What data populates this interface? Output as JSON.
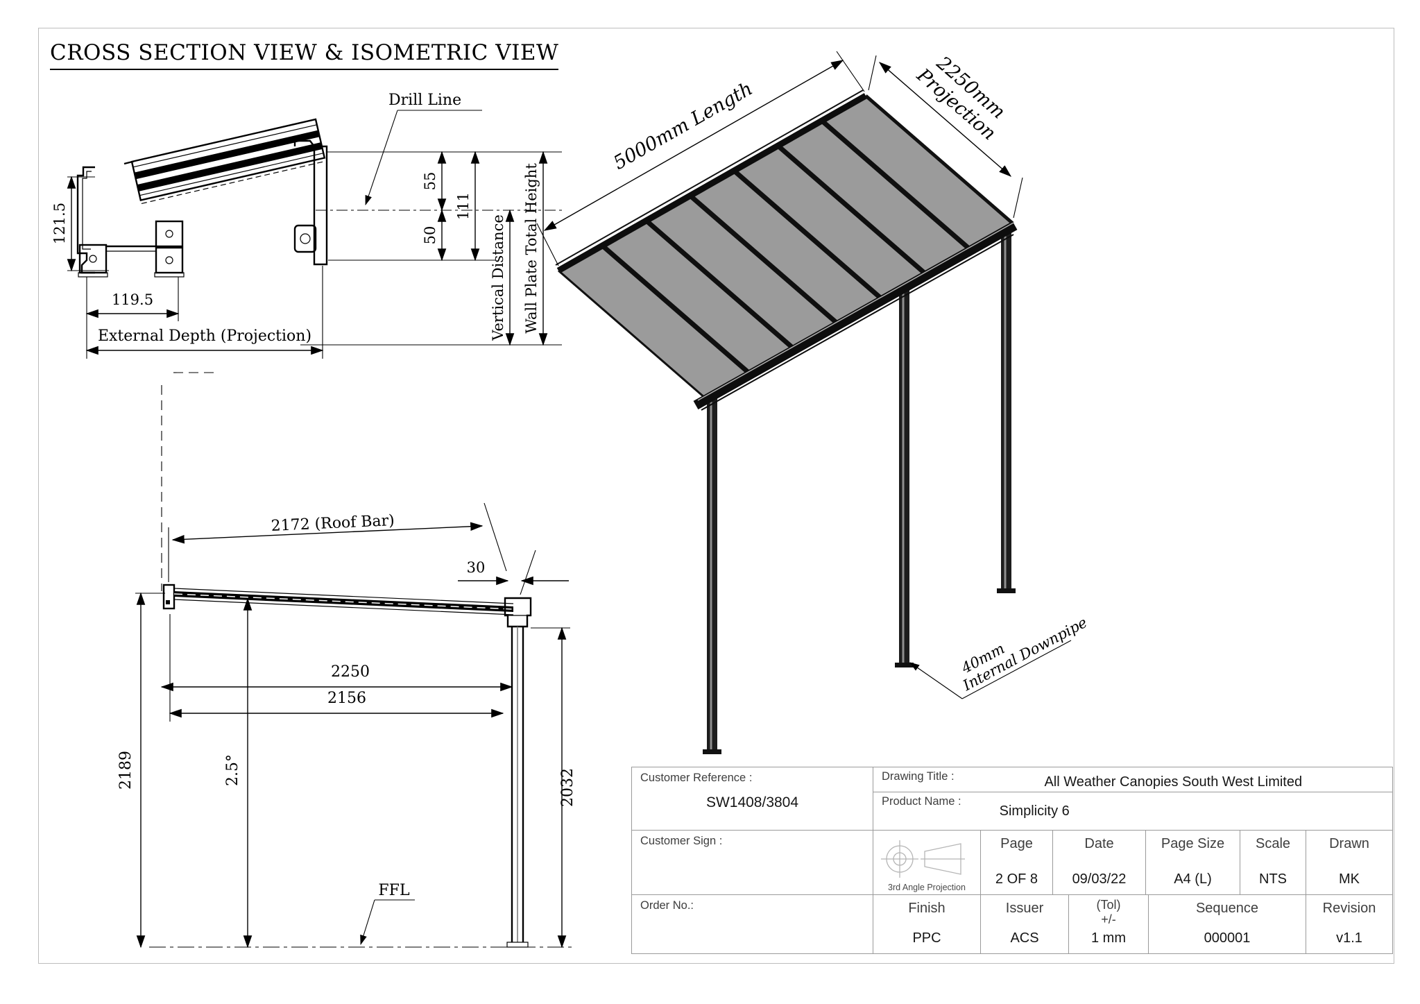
{
  "title": "CROSS SECTION VIEW & ISOMETRIC VIEW",
  "cross_section": {
    "drill_line": "Drill Line",
    "dim_55": "55",
    "dim_111": "111",
    "dim_50": "50",
    "vertical_distance": "Vertical Distance",
    "wall_plate_total_height": "Wall Plate Total Height",
    "dim_121_5": "121.5",
    "dim_119_5": "119.5",
    "external_depth": "External Depth (Projection)"
  },
  "side_view": {
    "roof_bar": "2172 (Roof Bar)",
    "dim_30": "30",
    "dim_2250": "2250",
    "dim_2156": "2156",
    "dim_2189": "2189",
    "angle": "2.5°",
    "dim_2032": "2032",
    "ffl": "FFL"
  },
  "isometric": {
    "length": "5000mm Length",
    "projection_line1": "2250mm",
    "projection_line2": "Projection",
    "downpipe_line1": "40mm",
    "downpipe_line2": "Internal Downpipe"
  },
  "title_block": {
    "customer_reference_label": "Customer Reference :",
    "customer_reference_value": "SW1408/3804",
    "drawing_title_label": "Drawing Title :",
    "drawing_title_value": "All Weather Canopies South West Limited",
    "product_name_label": "Product Name :",
    "product_name_value": "Simplicity 6",
    "customer_sign_label": "Customer Sign :",
    "projection_caption": "3rd Angle Projection",
    "page_label": "Page",
    "page_value": "2 OF 8",
    "date_label": "Date",
    "date_value": "09/03/22",
    "page_size_label": "Page Size",
    "page_size_value": "A4 (L)",
    "scale_label": "Scale",
    "scale_value": "NTS",
    "drawn_label": "Drawn",
    "drawn_value": "MK",
    "order_no_label": "Order No.:",
    "finish_label": "Finish",
    "finish_value": "PPC",
    "issuer_label": "Issuer",
    "issuer_value": "ACS",
    "tol_label_1": "(Tol)",
    "tol_label_2": "+/-",
    "tol_value": "1 mm",
    "sequence_label": "Sequence",
    "sequence_value": "000001",
    "revision_label": "Revision",
    "revision_value": "v1.1"
  },
  "colors": {
    "line": "#000000",
    "table_border": "#9a9a9a",
    "roof_panel": "#9b9b9b",
    "frame_dark": "#0d0d0d"
  }
}
